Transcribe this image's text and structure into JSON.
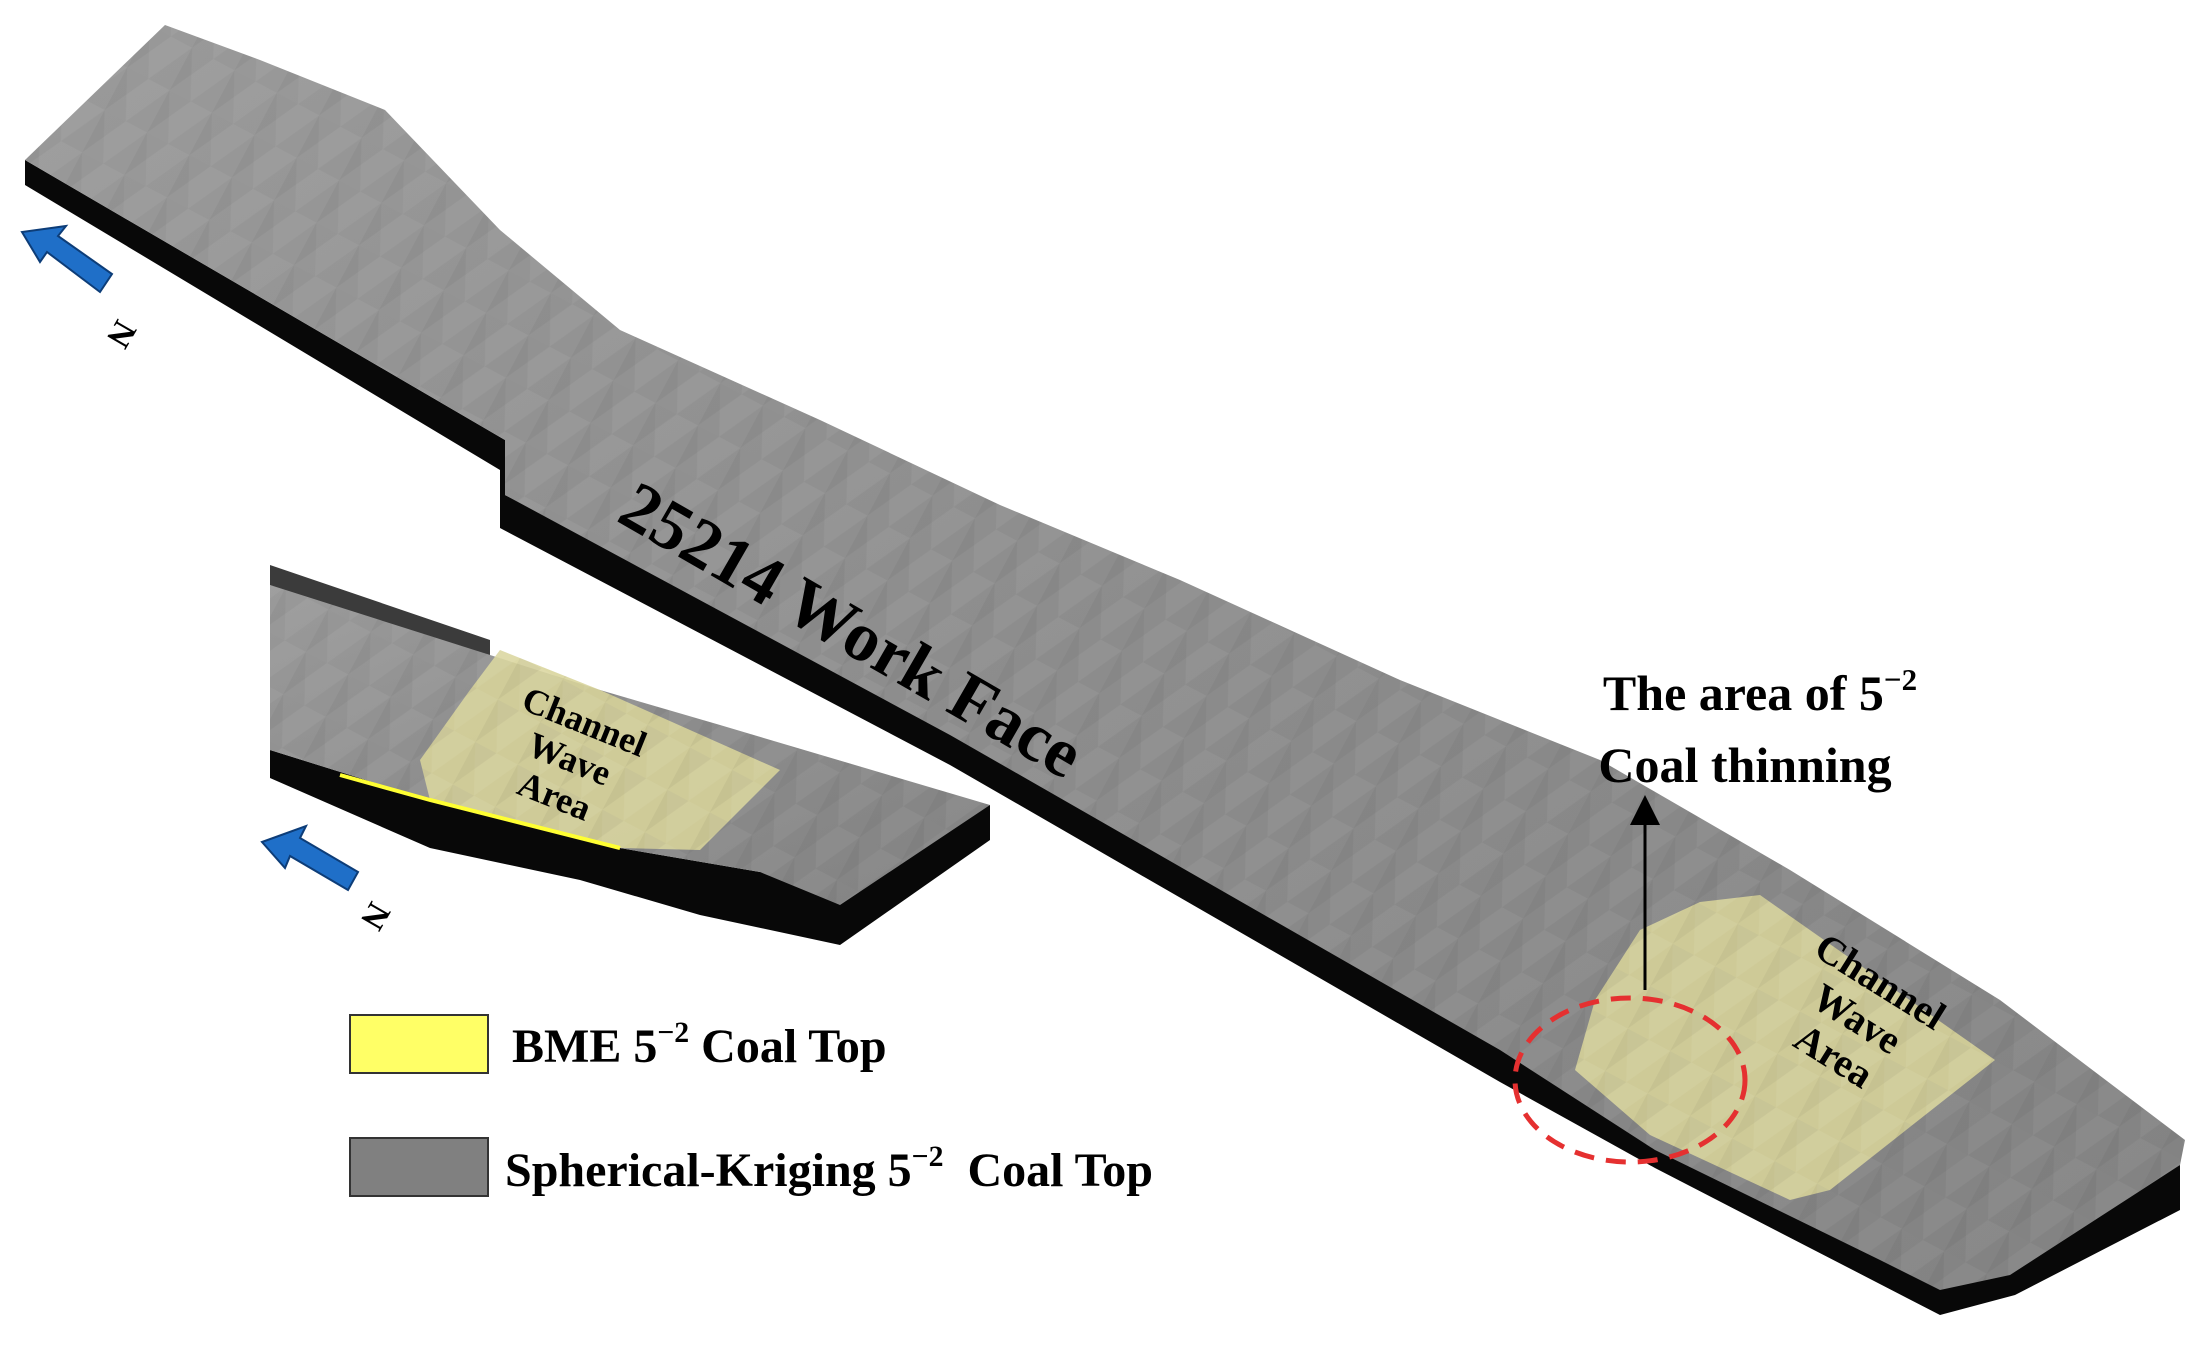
{
  "main_label": "25214 Work Face",
  "north_label": "N",
  "inset_channel_lines": [
    "Channel",
    "Wave",
    "Area"
  ],
  "main_channel_lines": [
    "Channel",
    "Wave",
    "Area"
  ],
  "annotation": {
    "line1_prefix": "The area of 5",
    "line1_sup": "−2",
    "line2": "Coal thinning"
  },
  "legend": [
    {
      "pre": "BME 5",
      "sup": "−2",
      "post": " Coal Top",
      "color": "#ffff66"
    },
    {
      "pre": "Spherical-Kriging 5",
      "sup": "−2",
      "post": "  Coal Top",
      "color": "#808080"
    }
  ],
  "colors": {
    "surface_gray": "#8a8a8a",
    "side_black": "#080808",
    "channel_yellow": "#d8d49a",
    "arrow_blue": "#1f6fc8",
    "highlight_red": "#e53030"
  }
}
